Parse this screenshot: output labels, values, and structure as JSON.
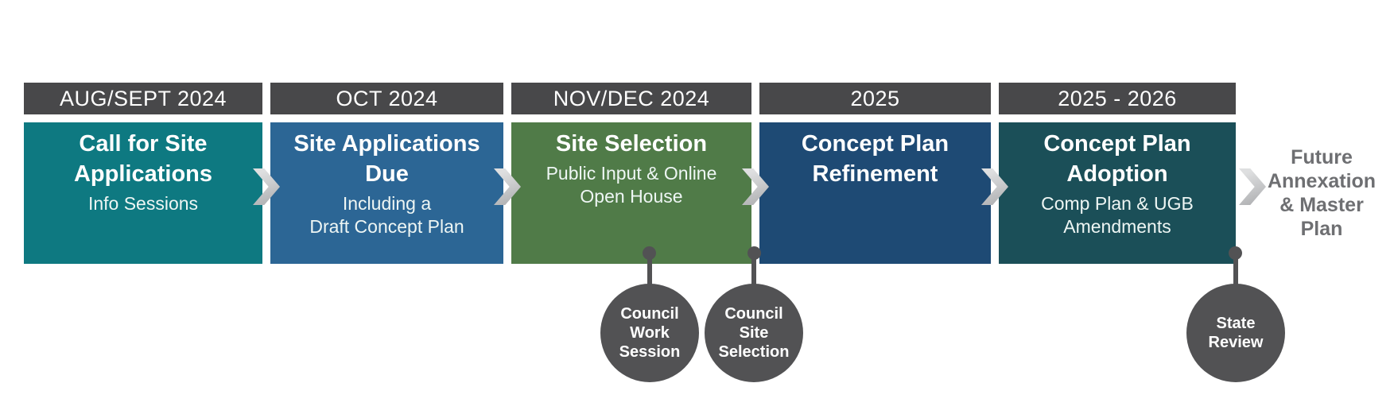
{
  "timeline": {
    "stages": [
      {
        "period": "AUG/SEPT 2024",
        "title_lines": [
          "Call for Site",
          "Applications"
        ],
        "subtitle_lines": [
          "Info Sessions"
        ],
        "color": "#0e7981"
      },
      {
        "period": "OCT 2024",
        "title_lines": [
          "Site Applications",
          "Due"
        ],
        "subtitle_lines": [
          "Including a",
          "Draft Concept Plan"
        ],
        "color": "#2c6695"
      },
      {
        "period": "NOV/DEC 2024",
        "title_lines": [
          "Site Selection"
        ],
        "subtitle_lines": [
          "Public Input & Online",
          "Open House"
        ],
        "color": "#507b48"
      },
      {
        "period": "2025",
        "title_lines": [
          "Concept Plan",
          "Refinement"
        ],
        "subtitle_lines": [],
        "color": "#1e4a74"
      },
      {
        "period": "2025 - 2026",
        "title_lines": [
          "Concept Plan",
          "Adoption"
        ],
        "subtitle_lines": [
          "Comp Plan & UGB",
          "Amendments"
        ],
        "color": "#1b4f58"
      }
    ],
    "callouts": [
      {
        "lines": [
          "Council",
          "Work",
          "Session"
        ]
      },
      {
        "lines": [
          "Council",
          "Site",
          "Selection"
        ]
      },
      {
        "lines": [
          "State",
          "Review"
        ]
      }
    ],
    "future_note": {
      "lines": [
        "Future",
        "Annexation",
        "& Master",
        "Plan"
      ]
    },
    "colors": {
      "header_bar": "#48484a",
      "chevron_arrow": "#c8c9cb",
      "callout_circle": "#525254",
      "future_text": "#6e6f72",
      "stage_text": "#ffffff"
    }
  }
}
